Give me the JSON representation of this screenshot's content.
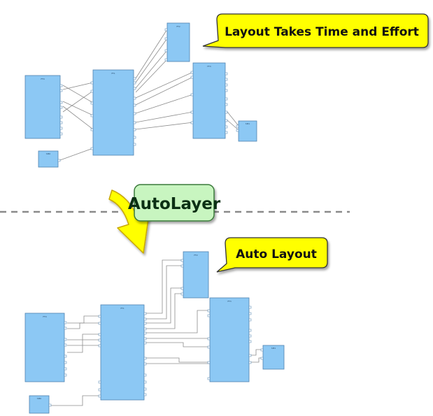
{
  "callouts": {
    "top": "Layout Takes Time and Effort",
    "bottom": "Auto Layout"
  },
  "arrow": {
    "label": "AutoLayer"
  },
  "colors": {
    "block_fill": "#8cc8f4",
    "block_stroke": "#4f82b0",
    "wire": "#8c8c8c",
    "callout_fill": "#ffff00",
    "callout_stroke": "#333333",
    "arrow_fill": "#ffff00",
    "arrow_stroke": "#c9a800",
    "label_fill": "#c8f5c0",
    "label_stroke": "#3a7a3a",
    "divider": "#8a8a8a"
  }
}
